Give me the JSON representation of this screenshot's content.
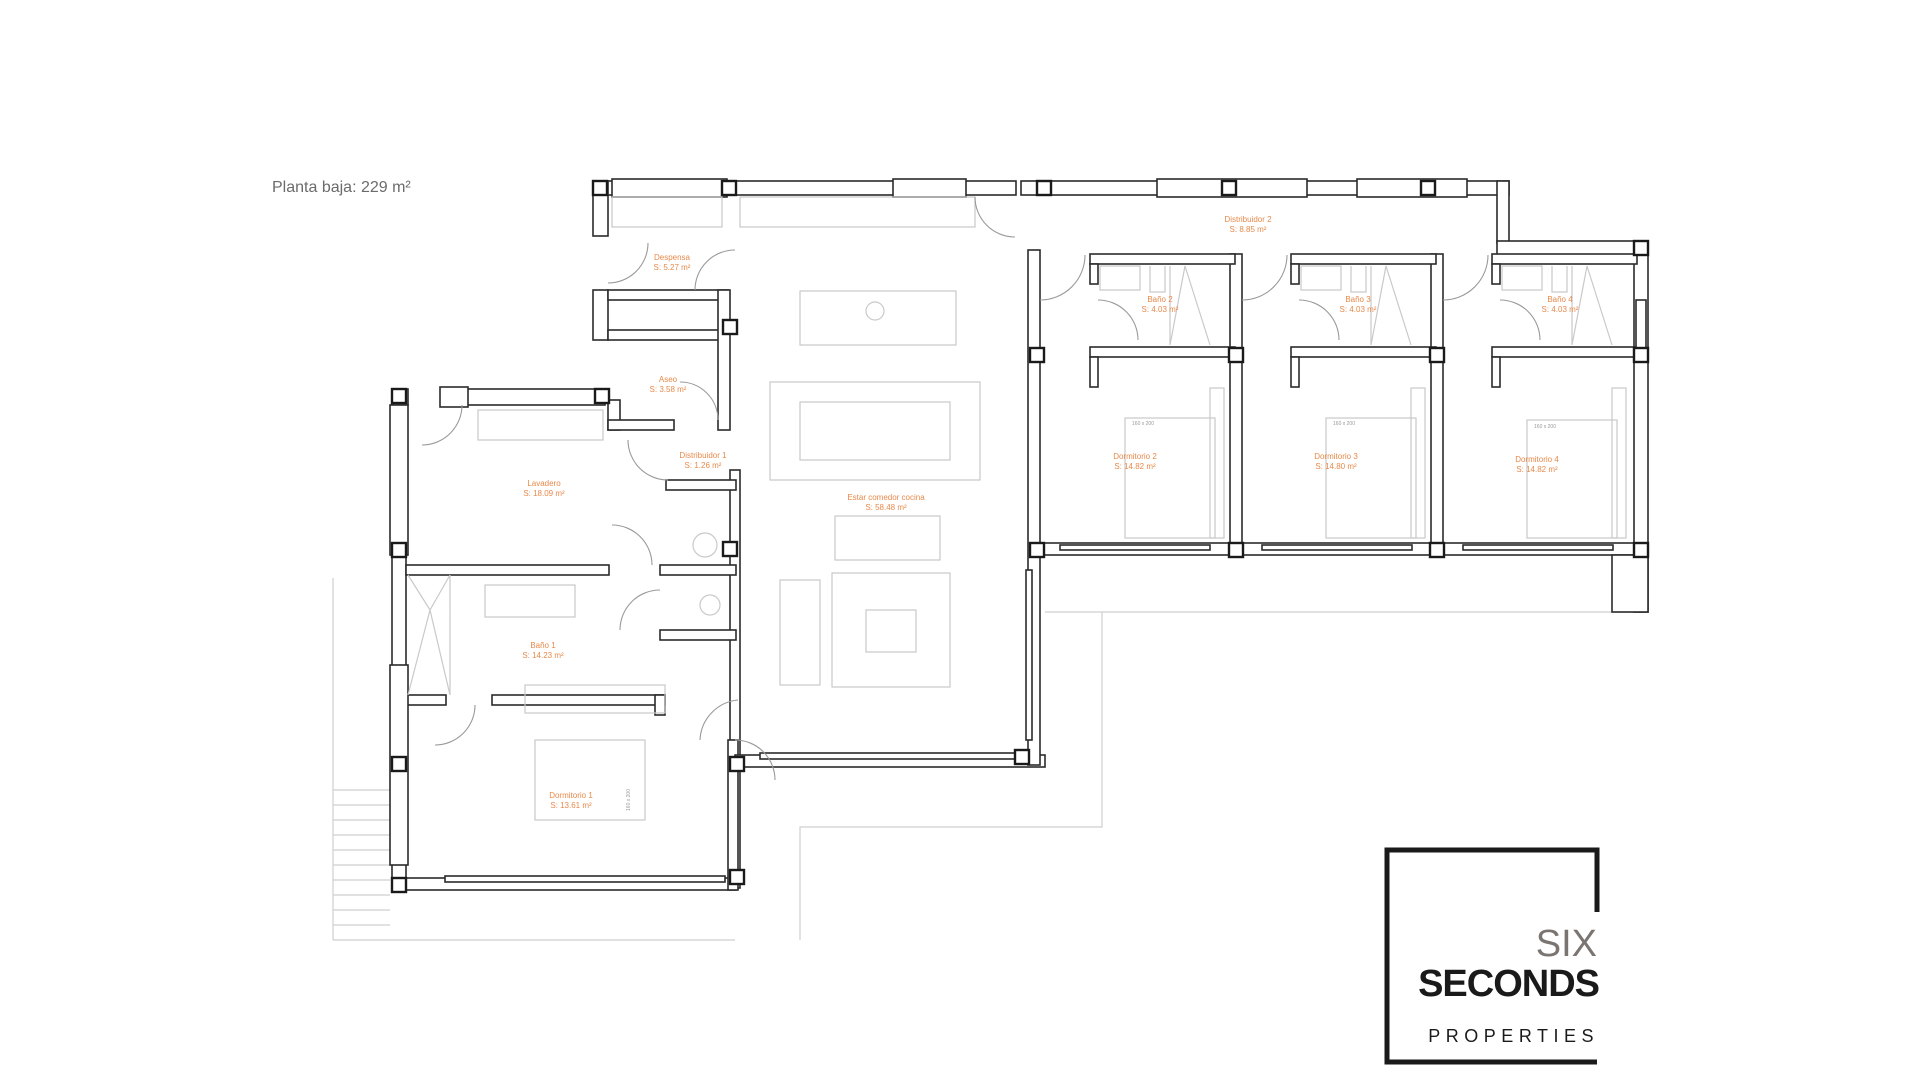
{
  "plan": {
    "title": "Planta baja: 229 m²",
    "rooms": {
      "despensa": {
        "name": "Despensa",
        "area": "S: 5.27 m²"
      },
      "aseo": {
        "name": "Aseo",
        "area": "S: 3.58 m²"
      },
      "distribuidor1": {
        "name": "Distribuidor 1",
        "area": "S: 1.26 m²"
      },
      "lavadero": {
        "name": "Lavadero",
        "area": "S: 18.09 m²"
      },
      "bano1": {
        "name": "Baño 1",
        "area": "S: 14.23 m²"
      },
      "dormitorio1": {
        "name": "Dormitorio 1",
        "area": "S: 13.61 m²"
      },
      "estar": {
        "name": "Estar comedor cocina",
        "area": "S: 58.48 m²"
      },
      "distribuidor2": {
        "name": "Distribuidor 2",
        "area": "S: 8.85 m²"
      },
      "bano2": {
        "name": "Baño 2",
        "area": "S: 4.03 m²"
      },
      "bano3": {
        "name": "Baño 3",
        "area": "S: 4.03 m²"
      },
      "bano4": {
        "name": "Baño 4",
        "area": "S: 4.03 m²"
      },
      "dormitorio2": {
        "name": "Dormitorio 2",
        "area": "S: 14.82 m²"
      },
      "dormitorio3": {
        "name": "Dormitorio 3",
        "area": "S: 14.80 m²"
      },
      "dormitorio4": {
        "name": "Dormitorio 4",
        "area": "S: 14.82 m²"
      }
    },
    "bed_sizes": {
      "bed1": "160 x 200",
      "bed2": "160 x 200",
      "bed3": "160 x 200",
      "bed4": "160 x 200"
    },
    "colors": {
      "room_label": "#e8894a",
      "walls": "#2b2b2b"
    }
  },
  "logo": {
    "line1": "SIX",
    "line2": "SECONDS",
    "line3": "PROPERTIES"
  }
}
